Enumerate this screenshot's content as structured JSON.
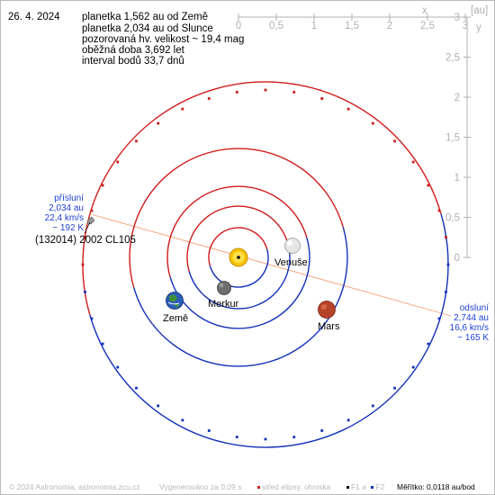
{
  "header": {
    "date": "26. 4. 2024",
    "lines": [
      "planetka 1,562 au od Země",
      "planetka 2,034 au od Slunce",
      "pozorovaná hv. velikost ~ 19,4 mag",
      "oběžná doba 3,692 let",
      "interval bodů 33,7 dnů"
    ]
  },
  "axes": {
    "x_ticks": [
      "0",
      "0,5",
      "1",
      "1,5",
      "2",
      "2,5",
      "3"
    ],
    "x_label": "x",
    "unit": "[au]",
    "y_ticks": [
      "3",
      "2,5",
      "2",
      "1,5",
      "1",
      "0,5",
      "0"
    ],
    "y_label": "y"
  },
  "object_name": "(132014) 2002 CL105",
  "perihelion": {
    "title": "přísluní",
    "dist": "2,034 au",
    "speed": "22,4 km/s",
    "temp": "~ 192 K"
  },
  "aphelion": {
    "title": "odsluní",
    "dist": "2,744 au",
    "speed": "16,6 km/s",
    "temp": "~ 165 K"
  },
  "planets": {
    "venus": "Venuše",
    "mercury": "Merkur",
    "earth": "Země",
    "mars": "Mars"
  },
  "footer": {
    "copyright": "© 2024 Astronomia, astronomia.zcu.cz",
    "generated": "Vygenerováno za 0,09 s",
    "legend_center": "střed elipsy, ohniska",
    "legend_f1": "F1 a",
    "legend_f2": "F2",
    "scale": "Měřítko: 0,0118 au/bod"
  },
  "colors": {
    "orbit_near": "#d01a1a",
    "orbit_far": "#1230b8",
    "apsis_line": "#f4a07a",
    "label_blue": "#1f3fd8",
    "axis_grey": "#b0b0b0"
  }
}
